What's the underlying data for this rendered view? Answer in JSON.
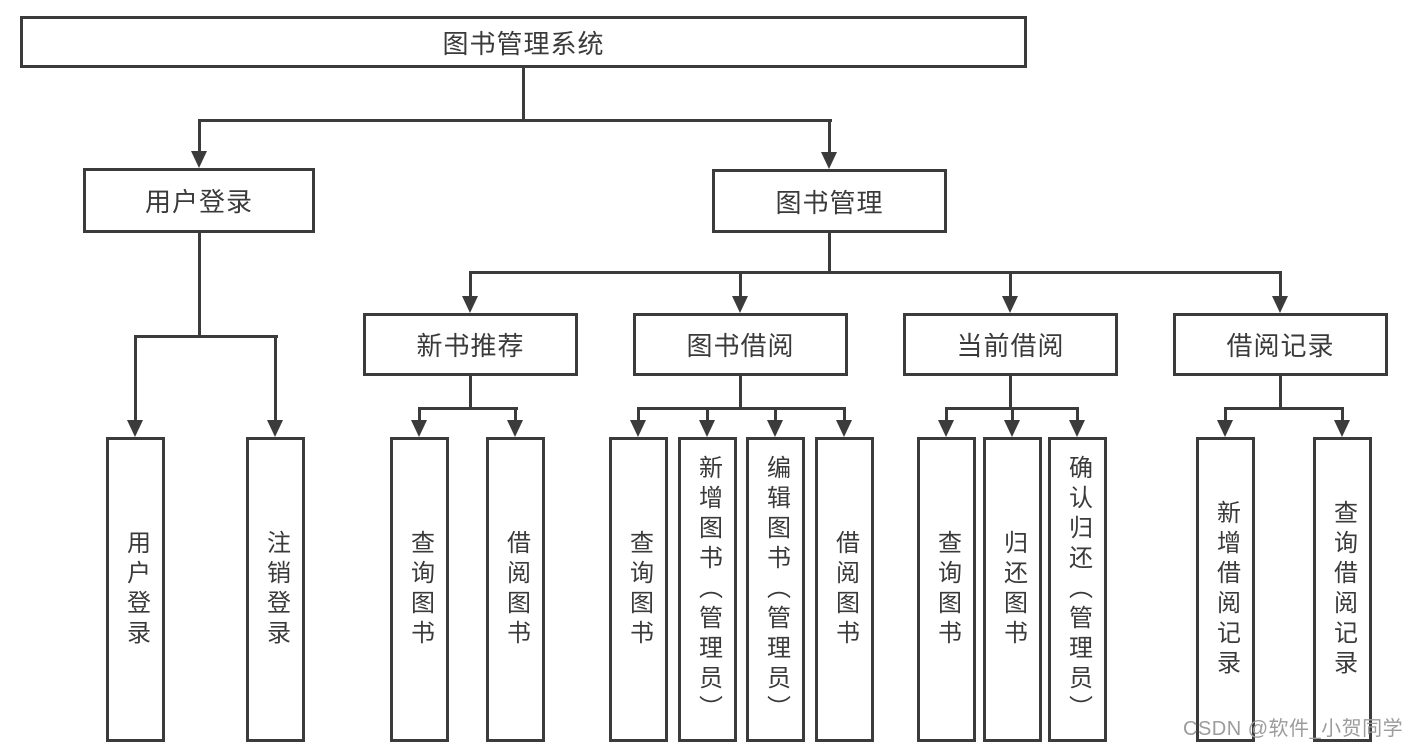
{
  "diagram": {
    "root": "图书管理系统",
    "level2": {
      "user_login": "用户登录",
      "book_mgmt": "图书管理"
    },
    "level3": {
      "new_book": "新书推荐",
      "book_borrow": "图书借阅",
      "current_borrow": "当前借阅",
      "borrow_records": "借阅记录"
    },
    "leaves": {
      "ul_login": "用户登录",
      "ul_logout": "注销登录",
      "nb_query": "查询图书",
      "nb_borrow": "借阅图书",
      "bb_query": "查询图书",
      "bb_add": "新增图书（管理员）",
      "bb_edit": "编辑图书（管理员）",
      "bb_borrow": "借阅图书",
      "cb_query": "查询图书",
      "cb_return": "归还图书",
      "cb_confirm": "确认归还（管理员）",
      "br_add": "新增借阅记录",
      "br_query": "查询借阅记录"
    }
  },
  "watermark": "CSDN @软件_小贺同学",
  "colors": {
    "line": "#3b3b3b",
    "text": "#3a3a3a",
    "watermark": "#9c9c9c",
    "background": "#ffffff"
  }
}
